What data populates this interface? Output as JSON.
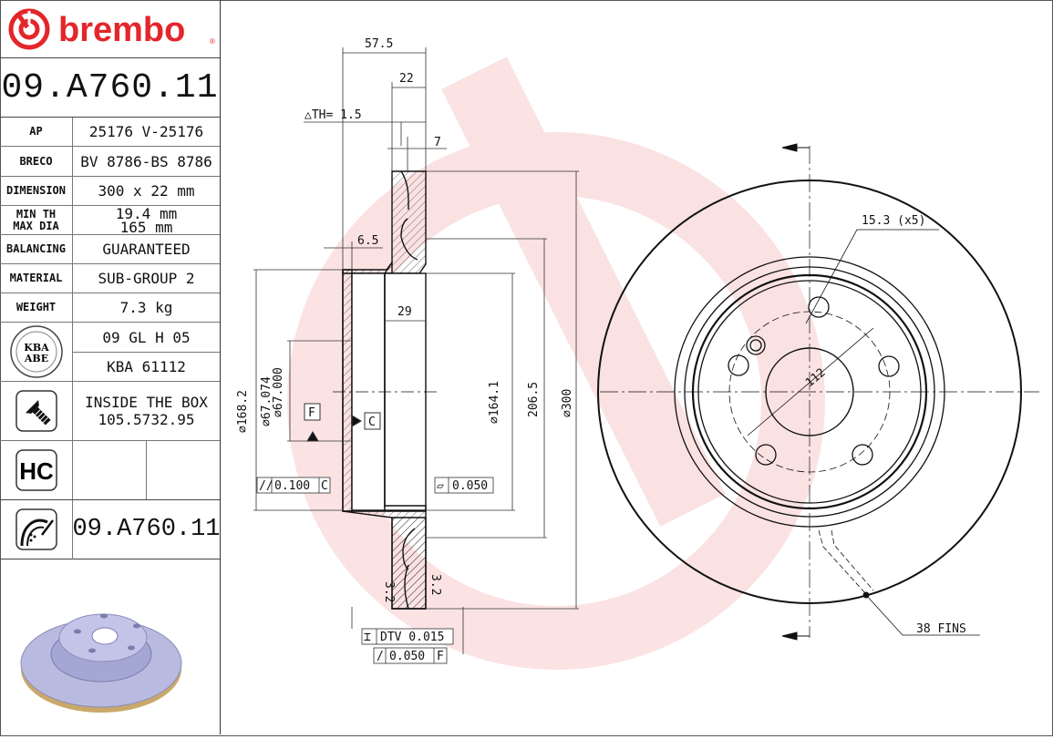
{
  "brand": {
    "name": "brembo",
    "color": "#e3262b"
  },
  "part_number": "09.A760.11",
  "specs": [
    {
      "key": "AP",
      "value": "25176 V-25176"
    },
    {
      "key": "BRECO",
      "value": "BV 8786-BS 8786"
    },
    {
      "key": "DIMENSION",
      "value": "300 x 22 mm"
    },
    {
      "key": "MIN TH",
      "key2": "MAX DIA",
      "value": "19.4 mm",
      "value2": "165 mm"
    },
    {
      "key": "BALANCING",
      "value": "GUARANTEED"
    },
    {
      "key": "MATERIAL",
      "value": "SUB-GROUP 2"
    },
    {
      "key": "WEIGHT",
      "value": "7.3 kg"
    }
  ],
  "kba": {
    "badge_top": "KBA",
    "badge_bottom": "ABE",
    "code1": "09 GL H 05",
    "code2": "KBA 61112"
  },
  "screw": {
    "line1": "INSIDE THE BOX",
    "line2": "105.5732.95"
  },
  "hc_badge": "HC",
  "bottom_part_number": "09.A760.11",
  "section_view": {
    "dims": {
      "overall_height": "57.5",
      "thickness": "22",
      "delta_th": "△TH= 1.5",
      "vane": "7",
      "hat_wall": "6.5",
      "hat_depth": "29",
      "dia_hat": "⌀168.2",
      "dia_bore_max": "⌀67.074",
      "dia_bore_min": "⌀67.000",
      "dia_inner": "⌀164.1",
      "dia_friction_inner": "206.5",
      "dia_outer": "⌀300"
    },
    "datums": {
      "f": "F",
      "c": "C"
    },
    "tolerances": {
      "parallelism": {
        "symbol": "//",
        "value": "0.100",
        "datum": "C"
      },
      "flatness": {
        "symbol": "▱",
        "value": "0.050"
      },
      "dtv": {
        "symbol": "⌶",
        "label": "DTV 0.015"
      },
      "runout": {
        "symbol": "/",
        "value": "0.050",
        "datum": "F"
      }
    },
    "roughness": [
      "3.2",
      "3.2"
    ]
  },
  "front_view": {
    "bolt_hole_label": "15.3 (x5)",
    "pcd": "112",
    "fins_label": "38 FINS"
  }
}
